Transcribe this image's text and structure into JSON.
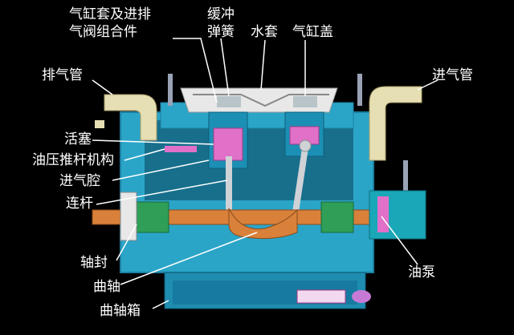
{
  "labels": {
    "cylinder_jacket": "气缸套及进排",
    "cylinder_jacket_2": "气阀组合件",
    "buffer_spring": "缓冲",
    "buffer_spring_2": "弹簧",
    "water_jacket": "水套",
    "cylinder_cover": "气缸盖",
    "exhaust_pipe": "排气管",
    "intake_pipe": "进气管",
    "piston": "活塞",
    "oil_push_rod": "油压推杆机构",
    "intake_chamber": "进气腔",
    "connecting_rod": "连杆",
    "shaft_seal": "轴封",
    "crankshaft": "曲轴",
    "crankcase": "曲轴箱",
    "oil_pump": "油泵"
  },
  "colors": {
    "background": "#000000",
    "casing": "#2aa5c8",
    "casing_dark": "#1c7fa0",
    "pipe": "#e6dfb3",
    "shaft": "#d9813a",
    "piston": "#e070c8",
    "rod": "#cfd2d6",
    "gear": "#2f9e57",
    "crankcase": "#1f8db0",
    "pump": "#1aa7b8",
    "leader": "#ffffff"
  }
}
